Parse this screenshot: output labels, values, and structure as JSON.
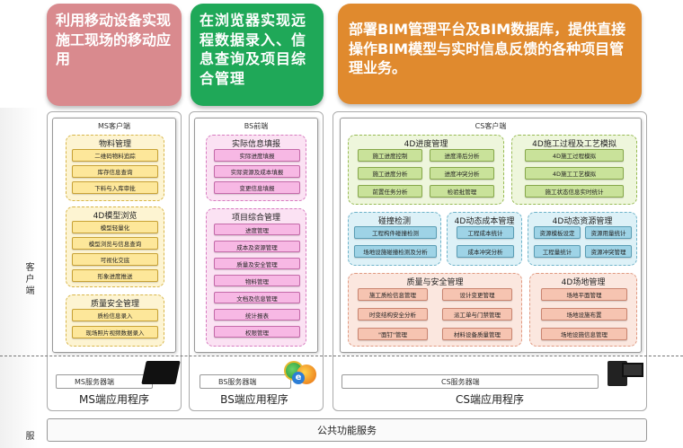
{
  "headers": {
    "ms": "利用移动设备实现施工现场的移动应用",
    "bs": "在浏览器实现远程数据录入、信息查询及项目综合管理",
    "cs": "部署BIM管理平台及BIM数据库，提供直接操作BIM模型与实时信息反馈的各种项目管理业务。"
  },
  "side_labels": {
    "client": "客户端",
    "server": "服"
  },
  "ms": {
    "title": "MS客户端",
    "groups": [
      {
        "title": "物料管理",
        "items": [
          "二维码物料追踪",
          "库存信息查询",
          "下料与入库审批"
        ]
      },
      {
        "title": "4D模型浏览",
        "items": [
          "模型轻量化",
          "模型浏览与信息查询",
          "可视化交底",
          "形象进度推送"
        ]
      },
      {
        "title": "质量安全管理",
        "items": [
          "质检信息录入",
          "现场照片视频数据录入"
        ]
      }
    ],
    "server": "MS服务器端",
    "app": "MS端应用程序"
  },
  "bs": {
    "title": "BS前端",
    "groups": [
      {
        "title": "实际信息填报",
        "items": [
          "实际进度填报",
          "实际资源及成本填报",
          "变更信息填报"
        ]
      },
      {
        "title": "项目综合管理",
        "items": [
          "进度管理",
          "成本及资源管理",
          "质量及安全管理",
          "物料管理",
          "文档及信息管理",
          "统计报表",
          "权限管理"
        ]
      }
    ],
    "server": "BS服务器端",
    "app": "BS端应用程序"
  },
  "cs": {
    "title": "CS客户端",
    "progress": {
      "title": "4D进度管理",
      "items": [
        "施工进度控制",
        "进度滞后分析",
        "施工进度分析",
        "进度冲突分析",
        "前置任务分析",
        "检验批管理"
      ]
    },
    "process": {
      "title": "4D施工过程及工艺模拟",
      "items": [
        "4D施工过程模拟",
        "4D施工工艺模拟",
        "施工状态信息实时统计"
      ]
    },
    "clash": {
      "title": "碰撞检测",
      "items": [
        "工程构件碰撞检测",
        "场地设施碰撞检测及分析"
      ]
    },
    "cost": {
      "title": "4D动态成本管理",
      "items": [
        "工程成本统计",
        "成本冲突分析"
      ]
    },
    "resource": {
      "title": "4D动态资源管理",
      "items": [
        "资源模板设定",
        "资源用量统计",
        "工程量统计",
        "资源冲突管理"
      ]
    },
    "quality": {
      "title": "质量与安全管理",
      "items": [
        "施工质检信息管理",
        "设计变更管理",
        "时变结构安全分析",
        "派工单与门禁管理",
        "\"面钉\"管理",
        "材料设备质量管理"
      ]
    },
    "site": {
      "title": "4D场地管理",
      "items": [
        "场地平面管理",
        "场地设施布置",
        "场地设施信息管理"
      ]
    },
    "server": "CS服务器端",
    "app": "CS端应用程序"
  },
  "public": "公共功能服务"
}
